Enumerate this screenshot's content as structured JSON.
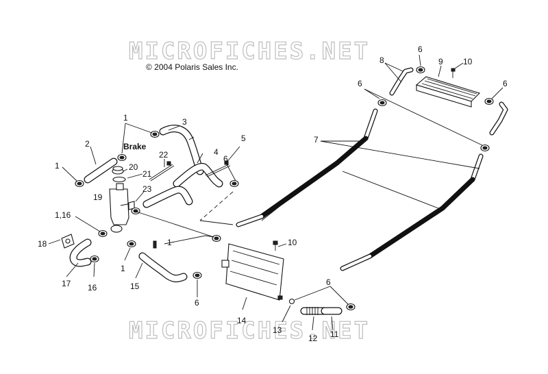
{
  "watermark": {
    "top": "MICROFICHES.NET",
    "bottom": "MICROFICHES.NET"
  },
  "copyright": "© 2004 Polaris Sales Inc.",
  "brake_label": "Brake",
  "callouts": {
    "c1_a": "1",
    "c1_b": "1",
    "c1_c": "1",
    "c1_d": "1",
    "c2": "2",
    "c3": "3",
    "c4": "4",
    "c5": "5",
    "c6_a": "6",
    "c6_b": "6",
    "c6_c": "6",
    "c6_d": "6",
    "c6_e": "6",
    "c6_f": "6",
    "c7": "7",
    "c8": "8",
    "c9": "9",
    "c10_a": "10",
    "c10_b": "10",
    "c11": "11",
    "c12": "12",
    "c13": "13",
    "c14": "14",
    "c15": "15",
    "c16": "16",
    "c17": "17",
    "c18": "18",
    "c19": "19",
    "c20": "20",
    "c21": "21",
    "c22": "22",
    "c23": "23",
    "c1_16": "1,16"
  }
}
